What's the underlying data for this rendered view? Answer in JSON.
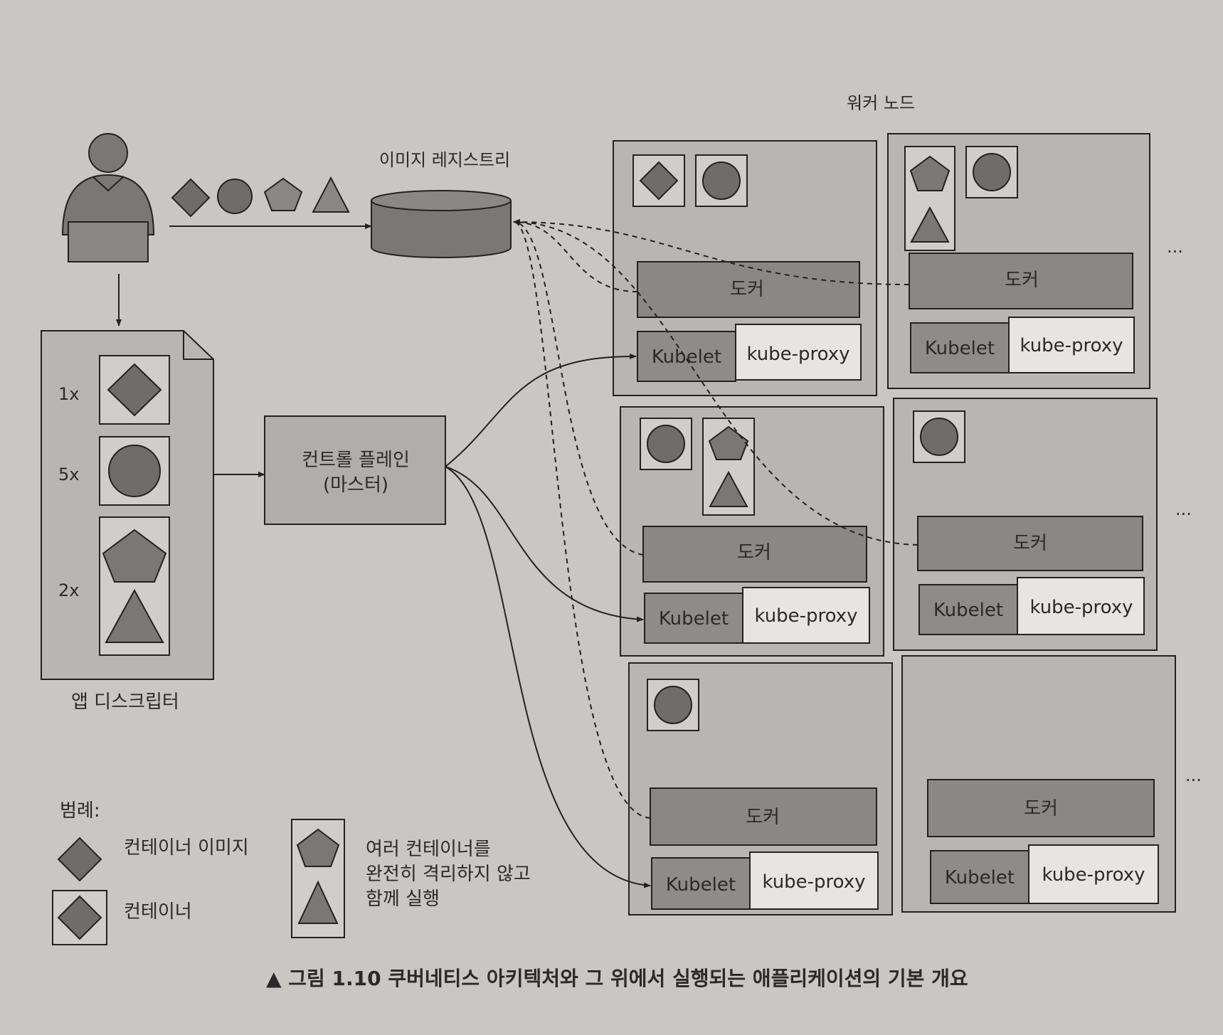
{
  "labels": {
    "worker_nodes": "워커 노드",
    "image_registry": "이미지 레지스트리",
    "app_descriptor": "앱 디스크립터",
    "control_plane_line1": "컨트롤 플레인",
    "control_plane_line2": "(마스터)",
    "count_1x": "1x",
    "count_5x": "5x",
    "count_2x": "2x",
    "docker": "도커",
    "kubelet": "Kubelet",
    "kube_proxy": "kube-proxy",
    "ellipsis": "..."
  },
  "legend": {
    "title": "범례:",
    "container_image": "컨테이너 이미지",
    "container": "컨테이너",
    "multi_line1": "여러 컨테이너를",
    "multi_line2": "완전히 격리하지 않고",
    "multi_line3": "함께 실행"
  },
  "caption": "▲ 그림 1.10 쿠버네티스 아키텍처와 그 위에서 실행되는 애플리케이션의 기본 개요",
  "colors": {
    "background": "#c9c7c4",
    "node_fill": "#b8b6b3",
    "shape_fill": "#6f6d6b",
    "docker_fill": "#8a8886",
    "kubelet_fill": "#8e8c8a",
    "kube_proxy_fill": "#e6e5e3"
  }
}
